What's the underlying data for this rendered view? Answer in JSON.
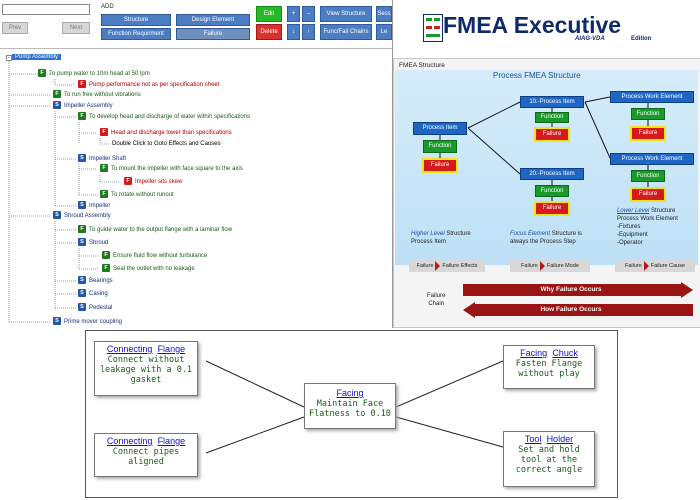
{
  "toolbar": {
    "add_label": "ADD",
    "prev": "Prev",
    "next": "Next",
    "structure": "Structure",
    "design_element": "Design Element",
    "function_requirement": "Function Requirment",
    "failure": "Failure",
    "edit": "Edit",
    "delete": "Delete",
    "plus": "+",
    "minus": "–",
    "down": "↓",
    "up": "↑",
    "view_structure": "View Structure",
    "func_fail_chains": "Func/Fail Chains",
    "sess": "Sess",
    "le": "Le"
  },
  "tree": {
    "nodes": [
      {
        "badge": "S",
        "text": "Pump Assembly",
        "kind": "S",
        "selected": true
      },
      {
        "badge": "F",
        "text": "To pump water to 10m head at 50 lpm",
        "kind": "F"
      },
      {
        "badge": "F",
        "text": "Pump performance not as per specification sheet",
        "kind": "X"
      },
      {
        "badge": "F",
        "text": "To run free without vibrations",
        "kind": "F"
      },
      {
        "badge": "S",
        "text": "Impeller Assembly",
        "kind": "S"
      },
      {
        "badge": "F",
        "text": "To develop head and discharge of water within specifications",
        "kind": "F"
      },
      {
        "badge": "F",
        "text": "Head and discharge lower than specifications",
        "kind": "X"
      },
      {
        "badge": "",
        "text": "Double Click to Goto Effects and Causes",
        "kind": "plain"
      },
      {
        "badge": "S",
        "text": "Impeller Shaft",
        "kind": "S"
      },
      {
        "badge": "F",
        "text": "To mount the impeller with face square to the axis",
        "kind": "F"
      },
      {
        "badge": "F",
        "text": "Impeller sits skew",
        "kind": "X"
      },
      {
        "badge": "F",
        "text": "To rotate without runout",
        "kind": "F"
      },
      {
        "badge": "S",
        "text": "Impeller",
        "kind": "S"
      },
      {
        "badge": "S",
        "text": "Shroud Assembly",
        "kind": "S"
      },
      {
        "badge": "F",
        "text": "To guide water to the output flange with a laminar flow",
        "kind": "F"
      },
      {
        "badge": "S",
        "text": "Shroud",
        "kind": "S"
      },
      {
        "badge": "F",
        "text": "Ensure fluid flow without turbulance",
        "kind": "F"
      },
      {
        "badge": "F",
        "text": "Seal the outlet with no leakage",
        "kind": "F"
      },
      {
        "badge": "S",
        "text": "Bearings",
        "kind": "S"
      },
      {
        "badge": "S",
        "text": "Casing",
        "kind": "S"
      },
      {
        "badge": "S",
        "text": "Pedestal",
        "kind": "S"
      },
      {
        "badge": "S",
        "text": "Prime mover coupling",
        "kind": "S"
      }
    ]
  },
  "logo": {
    "title": "FMEA Executive",
    "sub1": "AIAG-VDA",
    "sub2": "Edition"
  },
  "structure": {
    "header": "FMEA Structure",
    "banner": "Process FMEA  Structure",
    "process_item": "Process Item",
    "function": "Function",
    "failure": "Failure",
    "step10": "10:-Process Item",
    "step20": "20:-Process Item",
    "work_element": "Process Work Element",
    "higher_line1_em": "Higher Level",
    "higher_line1_rest": " Structure",
    "higher_line2": "Process Item",
    "focus_line1_em": "Focus Element",
    "focus_line1_rest": " Structure is",
    "focus_line2": "always the Process Step",
    "lower_line1_em": "Lower Level",
    "lower_line1_rest": " Structure",
    "lower_line2": "Process Work Element",
    "lower_line3": "-Fixtures",
    "lower_line4": "-Equipment",
    "lower_line5": "-Operator",
    "tag_left_a": "Failure",
    "tag_left_b": "Failure Effects",
    "tag_mid_a": "Failure",
    "tag_mid_b": "Failure Mode",
    "tag_right_a": "Failure",
    "tag_right_b": "Failure Cause",
    "chain_label_1": "Failure",
    "chain_label_2": "Chain",
    "why": "Why Failure Occurs",
    "how": "How Failure Occurs"
  },
  "diagram": {
    "center": {
      "link": "Facing",
      "text": "Maintain Face Flatness to 0.10"
    },
    "top_left": {
      "link_a": "Connecting",
      "link_b": "Flange",
      "text": "Connect without leakage with a 0.1 gasket"
    },
    "bottom_left": {
      "link_a": "Connecting",
      "link_b": "Flange",
      "text": "Connect pipes aligned"
    },
    "top_right": {
      "link_a": "Facing",
      "link_b": "Chuck",
      "text": "Fasten Flange without play"
    },
    "bottom_right": {
      "link_a": "Tool",
      "link_b": "Holder",
      "text": "Set and hold tool at the correct angle"
    }
  }
}
